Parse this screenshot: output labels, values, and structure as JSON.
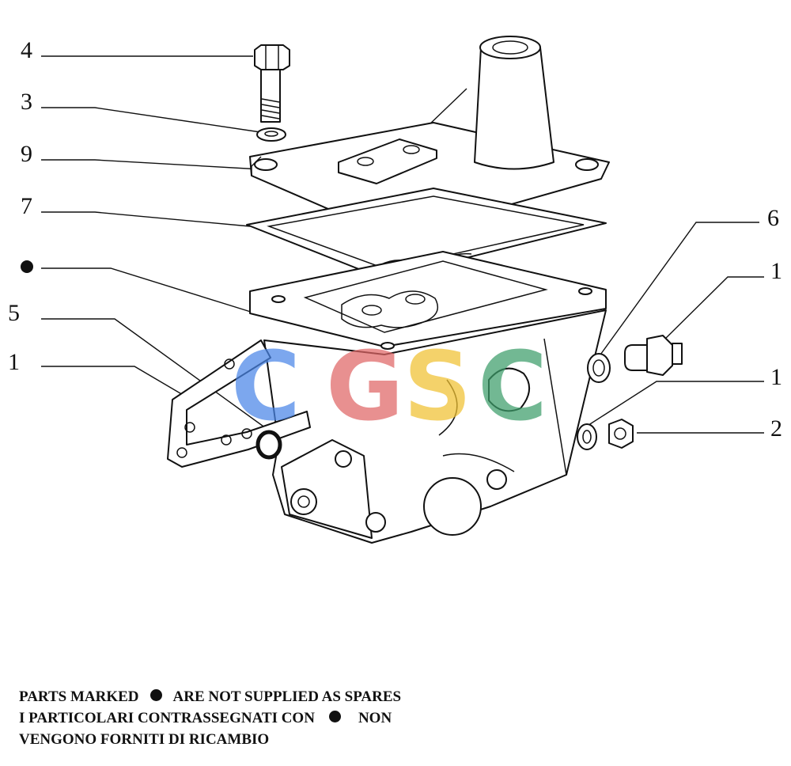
{
  "callouts": [
    {
      "id": "c4",
      "label": "4"
    },
    {
      "id": "c3",
      "label": "3"
    },
    {
      "id": "c9",
      "label": "9"
    },
    {
      "id": "c7",
      "label": "7"
    },
    {
      "id": "c5",
      "label": "5"
    },
    {
      "id": "c1a",
      "label": "1"
    },
    {
      "id": "c6",
      "label": "6"
    },
    {
      "id": "c1b",
      "label": "1"
    },
    {
      "id": "c1c",
      "label": "1"
    },
    {
      "id": "c2",
      "label": "2"
    }
  ],
  "watermark": {
    "text": "CGSC",
    "letters": [
      {
        "char": "C",
        "color": "#4a86e8"
      },
      {
        "char": "G",
        "color": "#e06666"
      },
      {
        "char": "S",
        "color": "#f1c232"
      },
      {
        "char": "C",
        "color": "#3d9e6a"
      }
    ]
  },
  "footer": {
    "line1_before": "PARTS MARKED",
    "line1_after": "ARE NOT SUPPLIED AS SPARES",
    "line2_before": "I PARTICOLARI CONTRASSEGNATI CON",
    "line2_after": "NON",
    "line3": "VENGONO FORNITI DI RICAMBIO"
  }
}
